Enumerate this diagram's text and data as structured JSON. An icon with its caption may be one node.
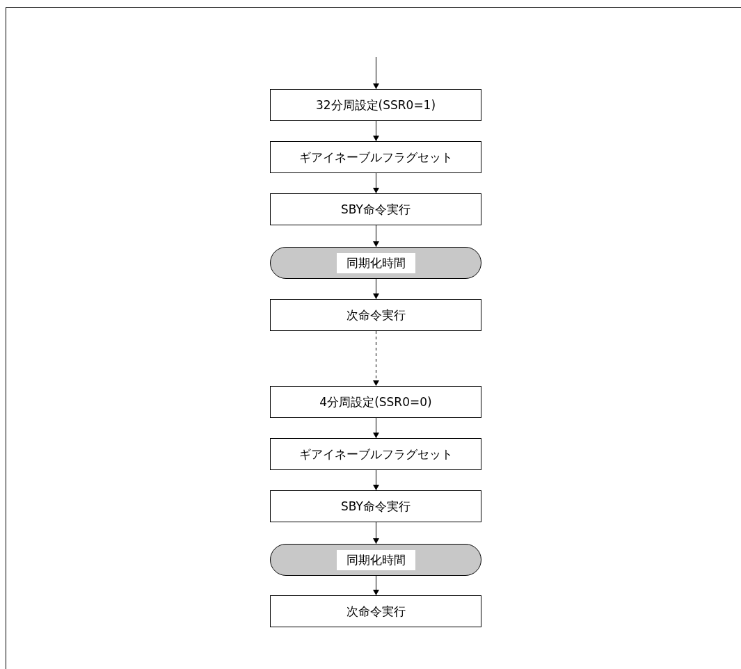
{
  "diagram": {
    "nodes": [
      {
        "text": [
          "32分周設定(SSR0=1)"
        ]
      },
      {
        "text": [
          "ギアイネーブルフラグセット"
        ]
      },
      {
        "text": [
          "SBY命令実行"
        ]
      },
      {
        "text": [
          "同期化時間"
        ]
      },
      {
        "text": [
          "次命令実行"
        ]
      },
      {
        "text": [
          "4分周設定(SSR0=0)"
        ]
      },
      {
        "text": [
          "ギアイネーブルフラグセット"
        ]
      },
      {
        "text": [
          "SBY命令実行"
        ]
      },
      {
        "text": [
          "同期化時間"
        ]
      },
      {
        "text": [
          "次命令実行"
        ]
      }
    ],
    "edges": [
      {
        "from": null,
        "to": 0,
        "arrow": "to"
      },
      {
        "from": 0,
        "to": 1,
        "arrow": "to"
      },
      {
        "from": 1,
        "to": 2,
        "arrow": "to"
      },
      {
        "from": 2,
        "to": 3,
        "arrow": "to"
      },
      {
        "from": 3,
        "to": 4,
        "arrow": "to"
      },
      {
        "from": 4,
        "to": 5,
        "arrow": "to",
        "style": "dashed"
      },
      {
        "from": 5,
        "to": 6,
        "arrow": "to"
      },
      {
        "from": 6,
        "to": 7,
        "arrow": "to"
      },
      {
        "from": 7,
        "to": 8,
        "arrow": "to"
      },
      {
        "from": 8,
        "to": 9,
        "arrow": "to"
      }
    ]
  }
}
